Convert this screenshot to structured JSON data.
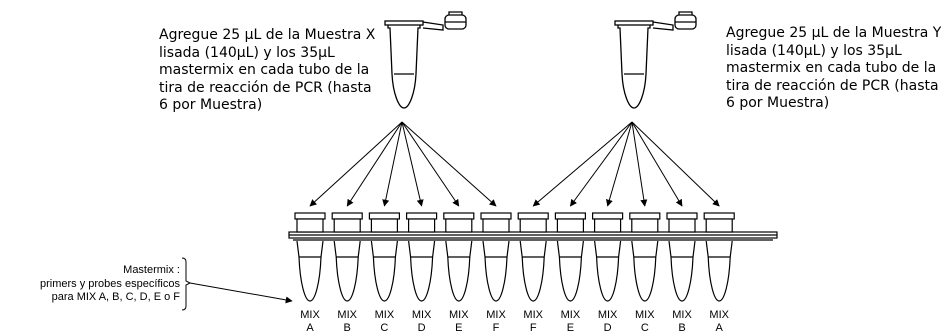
{
  "instruction_left": {
    "lines": [
      "Agregue 25 µL de la Muestra X",
      "lisada (140µL) y los 35µL",
      "mastermix en cada tubo de la",
      "tira de reacción de PCR (hasta",
      "6 por Muestra)"
    ]
  },
  "instruction_right": {
    "lines": [
      "Agregue 25 µL de la Muestra Y",
      "lisada (140µL) y los 35µL",
      "mastermix en cada tubo de la",
      "tira de reacción de PCR (hasta",
      "6 por Muestra)"
    ]
  },
  "mastermix_note": {
    "lines": [
      "Mastermix :",
      "primers y probes específicos",
      "para MIX A, B, C, D, E o F"
    ]
  },
  "tube_strip": {
    "tubes": [
      {
        "top": "MIX",
        "bottom": "A"
      },
      {
        "top": "MIX",
        "bottom": "B"
      },
      {
        "top": "MIX",
        "bottom": "C"
      },
      {
        "top": "MIX",
        "bottom": "D"
      },
      {
        "top": "MIX",
        "bottom": "E"
      },
      {
        "top": "MIX",
        "bottom": "F"
      },
      {
        "top": "MIX",
        "bottom": "F"
      },
      {
        "top": "MIX",
        "bottom": "E"
      },
      {
        "top": "MIX",
        "bottom": "D"
      },
      {
        "top": "MIX",
        "bottom": "C"
      },
      {
        "top": "MIX",
        "bottom": "B"
      },
      {
        "top": "MIX",
        "bottom": "A"
      }
    ]
  }
}
